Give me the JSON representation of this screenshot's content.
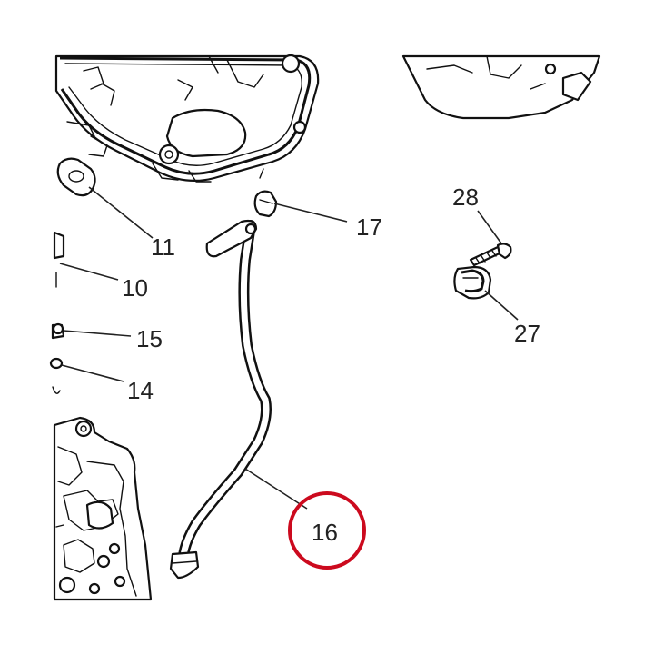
{
  "callouts": {
    "c11": "11",
    "c10": "10",
    "c15": "15",
    "c14": "14",
    "c17": "17",
    "c16": "16",
    "c28": "28",
    "c27": "27"
  },
  "highlight": {
    "callout": "16",
    "color": "#cc0a1e"
  }
}
